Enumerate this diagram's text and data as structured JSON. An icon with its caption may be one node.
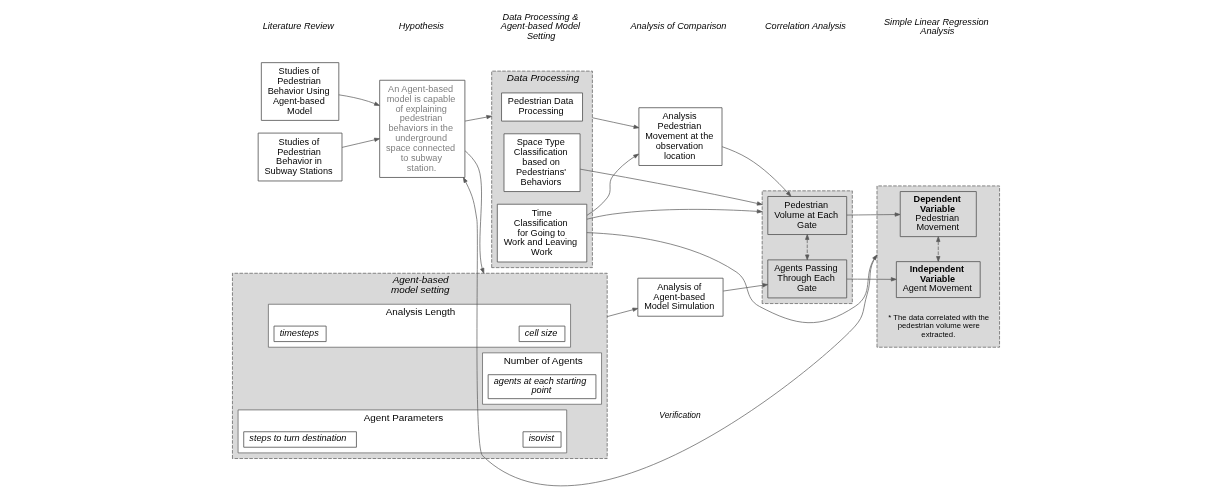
{
  "diagram": {
    "nodes": [
      {
        "text": [
          "Studies of Pedestrian Behavior in Subway Stations"
        ]
      },
      {
        "text": [
          "Studies of Pedestrian Behavior Using Agent-based Model"
        ]
      },
      {
        "text": [
          "An Agent-based model is capable of explaining pedestrian behaviors in the underground space connected to subway station."
        ]
      },
      {
        "text": [
          "Data Processing"
        ]
      },
      {
        "text": [
          "Pedestrian Data Processing"
        ],
        "in": 3
      },
      {
        "text": [
          "Space Type Classification based on Pedestrians' Behaviors"
        ],
        "in": 3
      },
      {
        "text": [
          "Time Classification for Going to Work and Leaving Work"
        ],
        "in": 3
      },
      {
        "text": [
          "Agent-based model setting"
        ]
      },
      {
        "text": [
          "Analysis Length"
        ],
        "in": 7
      },
      {
        "text": [
          "cell size"
        ],
        "in": 8
      },
      {
        "text": [
          "timesteps"
        ],
        "in": 8
      },
      {
        "text": [
          "Number of Agents"
        ],
        "in": 7
      },
      {
        "text": [
          "agents at each starting point"
        ],
        "in": 11
      },
      {
        "text": [
          "Agent Parameters"
        ],
        "in": 7
      },
      {
        "text": [
          "isovist"
        ],
        "in": 13
      },
      {
        "text": [
          "steps to turn destination"
        ],
        "in": 13
      },
      {
        "text": [
          "Analysis Pedestrian Movement at the observation location"
        ]
      },
      {
        "text": [
          "Analysis of Agent-based Model Simulation"
        ]
      },
      {
        "text": [],
        "shape": "box"
      },
      {
        "text": [
          "Pedestrian Volume at Each Gate"
        ],
        "in": 18
      },
      {
        "text": [
          "Agents Passing Through Each Gate"
        ],
        "in": 18
      },
      {
        "text": [],
        "shape": "box"
      },
      {
        "text": [
          "Dependent Variable",
          "Pedestrian Movement"
        ],
        "in": 21
      },
      {
        "text": [
          "Independent Variable",
          "Agent Movement"
        ],
        "in": 21,
        "beside": [
          "* The data correlated with the pedestrian volume were extracted."
        ]
      }
    ],
    "edges": [
      {
        "from": 0,
        "to": 2,
        "arrow": "to"
      },
      {
        "from": 1,
        "to": 2,
        "arrow": "to"
      },
      {
        "from": 2,
        "to": 3,
        "arrow": "to"
      },
      {
        "from": 2,
        "to": 7,
        "arrow": "to"
      },
      {
        "from": 3,
        "to": 16,
        "arrow": "to"
      },
      {
        "from": 7,
        "to": 17,
        "arrow": "to"
      },
      {
        "from": 16,
        "to": 19,
        "arrow": "to"
      },
      {
        "from": 17,
        "to": 20,
        "arrow": "to"
      },
      {
        "from": 19,
        "to": 20,
        "arrow": "both",
        "style": "dashed"
      },
      {
        "from": 19,
        "to": 22,
        "arrow": "to"
      },
      {
        "from": 20,
        "to": 23,
        "arrow": "to"
      },
      {
        "from": 22,
        "to": 23,
        "arrow": "both",
        "style": "dashed"
      },
      {
        "from": 5,
        "to": 18,
        "arrow": "to"
      },
      {
        "from": 6,
        "to": 16,
        "arrow": "to"
      },
      {
        "from": 6,
        "to": 18,
        "arrow": "to"
      },
      {
        "from": 6,
        "to": 21,
        "arrow": "to"
      },
      {
        "from": 21,
        "to": 2,
        "label": "Verification",
        "arrow": "to"
      }
    ],
    "labels": [
      "Literature Review",
      "Hypothesis",
      "Data Processing & Agent-based Model Setting",
      "Analysis of Comparison",
      "Correlation Analysis",
      "Simple Linear Regression Analysis"
    ]
  }
}
